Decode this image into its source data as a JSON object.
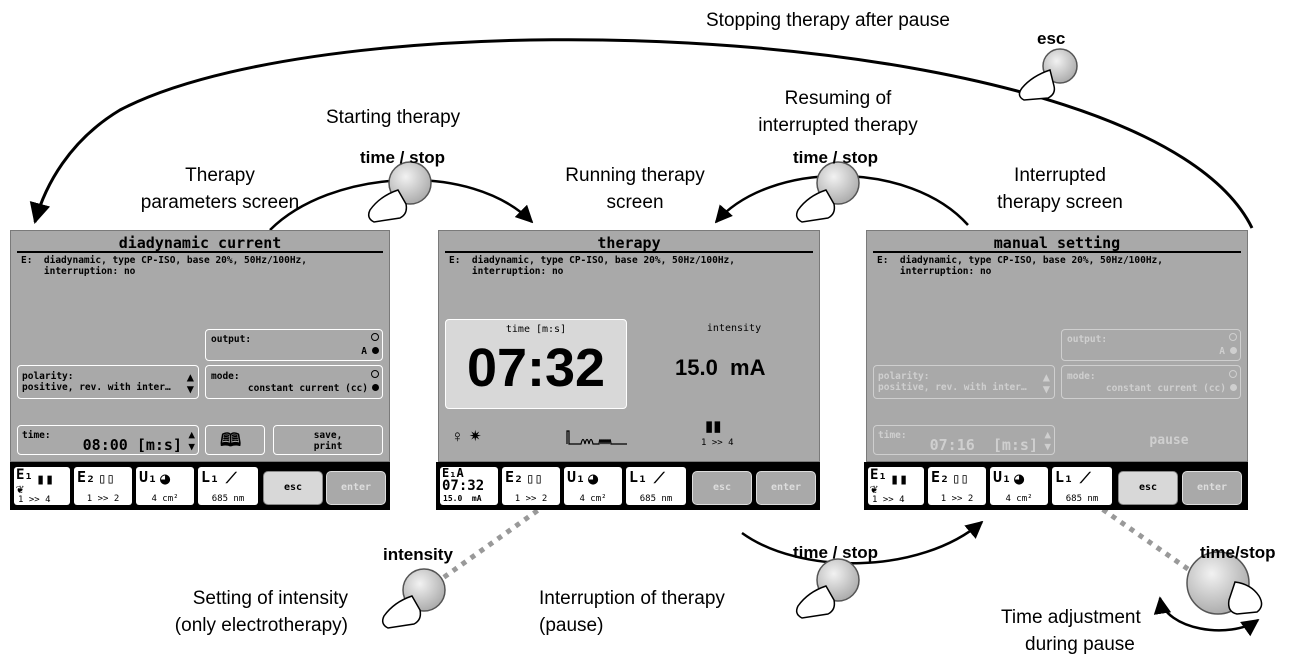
{
  "labels": {
    "stopping_after_pause": "Stopping therapy after pause",
    "starting_therapy": "Starting therapy",
    "resuming_line1": "Resuming of",
    "resuming_line2": "interrupted therapy",
    "params_screen_line1": "Therapy",
    "params_screen_line2": "parameters screen",
    "running_screen_line1": "Running therapy",
    "running_screen_line2": "screen",
    "interrupted_screen_line1": "Interrupted",
    "interrupted_screen_line2": "therapy screen",
    "setting_intensity_line1": "Setting of intensity",
    "setting_intensity_line2": "(only electrotherapy)",
    "interruption_line1": "Interruption  of  therapy",
    "interruption_line2": "(pause)",
    "time_adjust_line1": "Time adjustment",
    "time_adjust_line2": "during pause"
  },
  "keys": {
    "esc": "esc",
    "time_stop_start": "time / stop",
    "time_stop_resume": "time / stop",
    "time_stop_pause": "time / stop",
    "intensity": "intensity",
    "time_stop_adjust": "time/stop"
  },
  "description": {
    "line1": "E:  diadynamic, type CP-ISO, base 20%, 50Hz/100Hz,",
    "line2": "    interruption: no"
  },
  "screen1": {
    "title": "diadynamic current",
    "output_label": "output:",
    "output_value": "A",
    "polarity_label": "polarity:",
    "polarity_value": "positive, rev. with inter…",
    "mode_label": "mode:",
    "mode_value": "constant current (cc)",
    "time_label": "time:",
    "time_value": "08:00 [m:s]",
    "save_line1": "save,",
    "save_line2": "print"
  },
  "screen2": {
    "title": "therapy",
    "time_label": "time [m:s]",
    "time_value": "07:32",
    "intensity_label": "intensity",
    "intensity_value": "15.0  mA",
    "electrode_range": "1 >> 4"
  },
  "screen3": {
    "title": "manual setting",
    "output_label": "output:",
    "output_value": "A",
    "polarity_label": "polarity:",
    "polarity_value": "positive, rev. with inter…",
    "mode_label": "mode:",
    "mode_value": "constant current (cc)",
    "time_label": "time:",
    "time_value": "07:16  [m:s]",
    "pause_label": "pause"
  },
  "bar": {
    "e1": "E₁",
    "e1a": "E₁A",
    "e1a_time": "07:32",
    "e1a_current": "15.0  mA",
    "e2": "E₂",
    "u1": "U₁",
    "l1": "L₁",
    "range_1_4": "1 >> 4",
    "range_1_2": "1 >> 2",
    "area": "4 cm²",
    "wavelength": "685 nm",
    "esc": "esc",
    "enter": "enter"
  },
  "colors": {
    "screen_bg": "#a9a9a9",
    "bar_bg": "#000000",
    "button_bg": "#d8d8d8"
  }
}
